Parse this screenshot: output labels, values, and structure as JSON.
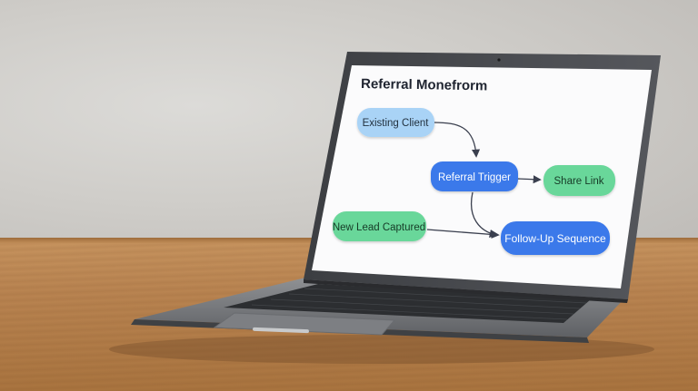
{
  "screen": {
    "title": "Referral Monefrorm",
    "nodes": {
      "existing_client": "Existing Client",
      "referral_trigger": "Referral Trigger",
      "share_link": "Share Link",
      "new_lead": "New Lead Captured",
      "follow_up": "Follow-Up Sequence"
    }
  },
  "colors": {
    "light_blue": "#a9d3f6",
    "blue": "#3a79ea",
    "green": "#69d79a",
    "arrow": "#3a3f4e"
  },
  "icons": {
    "webcam": "camera-dot-icon"
  }
}
